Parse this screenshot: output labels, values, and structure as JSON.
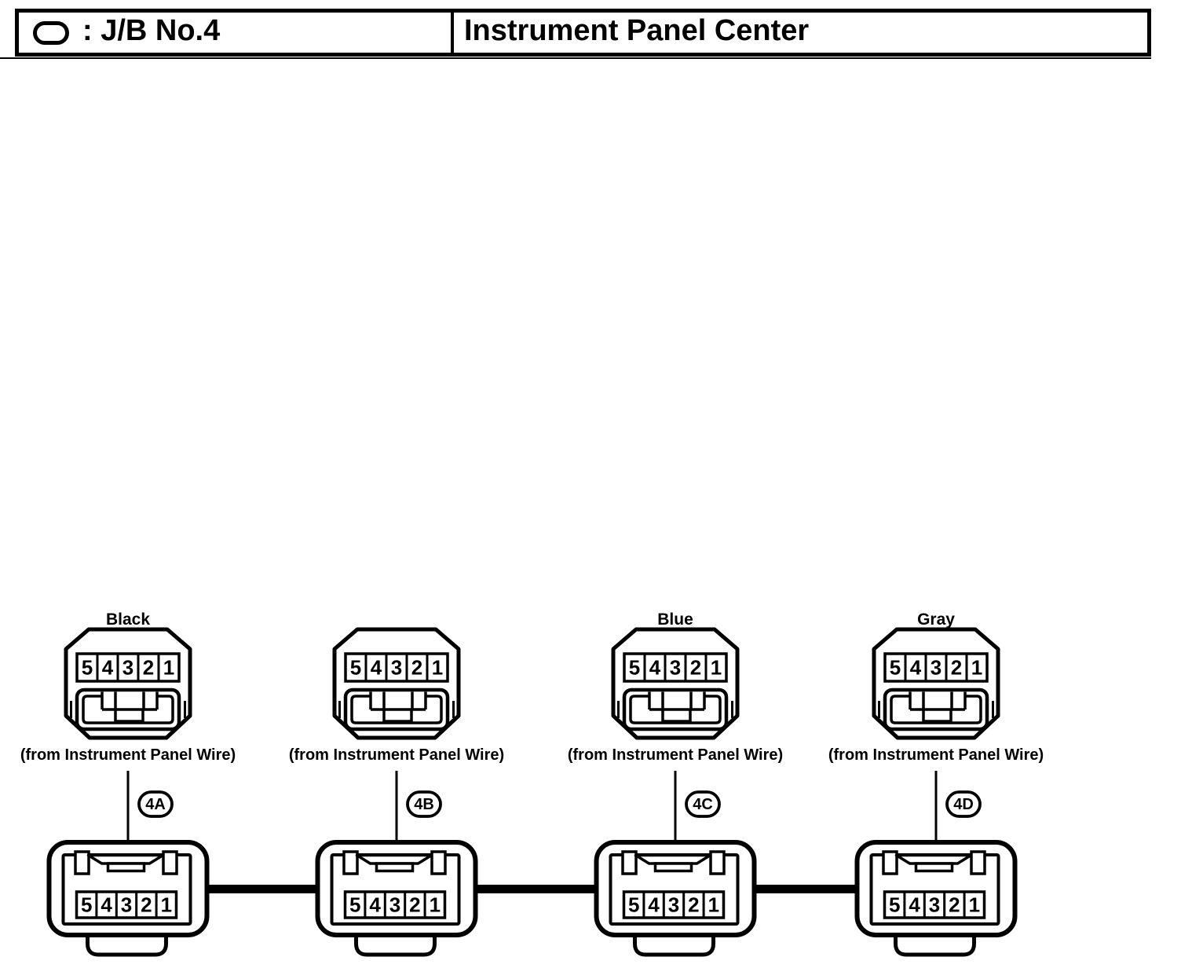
{
  "colors": {
    "ink": "#000000",
    "paper": "#ffffff"
  },
  "header": {
    "symbol_icon": "oval-outline",
    "symbol_label": ": J/B No.4",
    "location_title": "Instrument Panel Center"
  },
  "pin_labels": [
    "5",
    "4",
    "3",
    "2",
    "1"
  ],
  "connectors": [
    {
      "code": "4A",
      "color_label": "Black",
      "caption": "(from Instrument Panel Wire)"
    },
    {
      "code": "4B",
      "color_label": "",
      "caption": "(from Instrument Panel Wire)"
    },
    {
      "code": "4C",
      "color_label": "Blue",
      "caption": "(from Instrument Panel Wire)"
    },
    {
      "code": "4D",
      "color_label": "Gray",
      "caption": "(from Instrument Panel Wire)"
    }
  ]
}
